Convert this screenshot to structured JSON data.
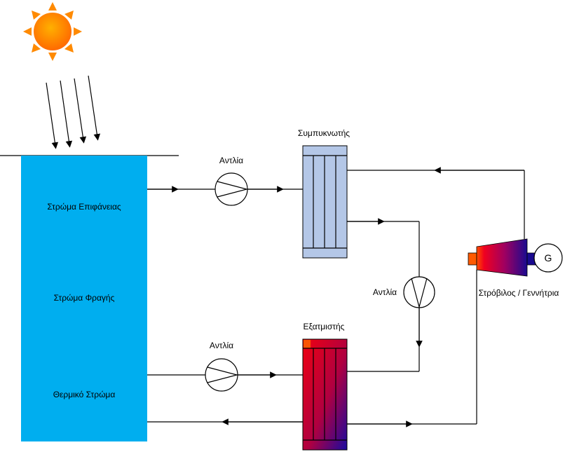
{
  "layers": {
    "surface": "Στρώμα Επιφάνειας",
    "barrier": "Στρώμα Φραγής",
    "thermal": "Θερμικό Στρώμα"
  },
  "components": {
    "pump_top": "Αντλία",
    "pump_middle": "Αντλία",
    "pump_bottom": "Αντλία",
    "condenser": "Συμπυκνωτής",
    "evaporator": "Εξατμιστής",
    "turbine_generator": "Στρόβιλος / Γεννήτρια",
    "generator_symbol": "G"
  },
  "colors": {
    "pond": "#00aeef",
    "condenser": "#b4c7e7",
    "hot": "#ff0000",
    "cold": "#1a0a8c",
    "sun": "#ff8a00"
  }
}
